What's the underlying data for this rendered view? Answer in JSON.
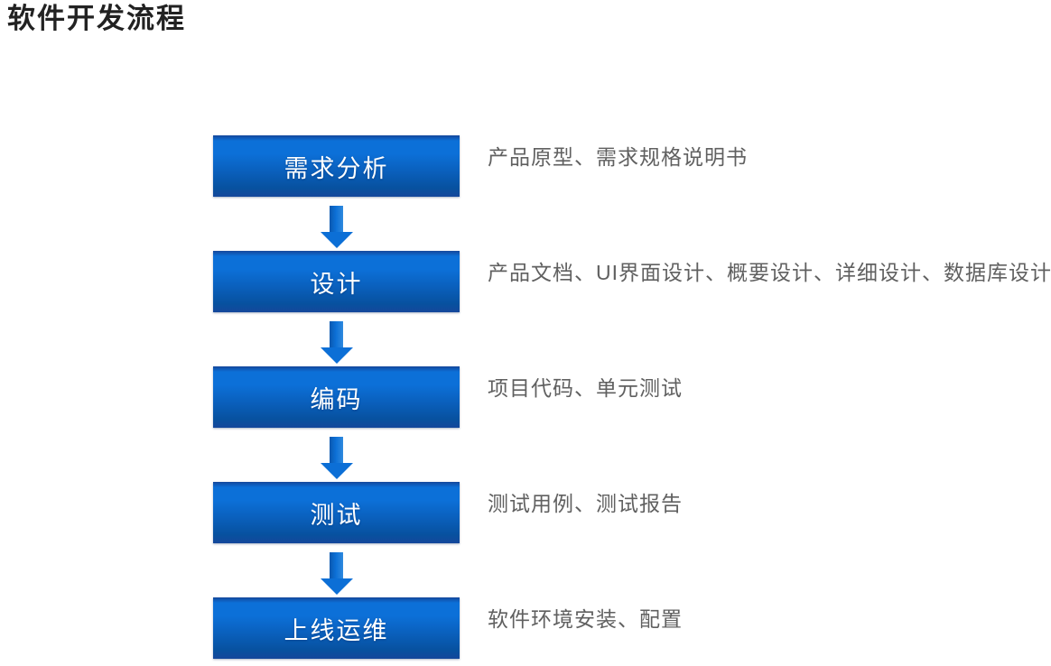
{
  "page": {
    "title": "软件开发流程"
  },
  "flow": {
    "stages": [
      {
        "label": "需求分析",
        "description": "产品原型、需求规格说明书"
      },
      {
        "label": "设计",
        "description": "产品文档、UI界面设计、概要设计、详细设计、数据库设计"
      },
      {
        "label": "编码",
        "description": "项目代码、单元测试"
      },
      {
        "label": "测试",
        "description": "测试用例、测试报告"
      },
      {
        "label": "上线运维",
        "description": "软件环境安装、配置"
      }
    ]
  },
  "colors": {
    "title_color": "#222222",
    "desc_color": "#606060",
    "label_color": "#ffffff",
    "box_highlight": "#0c70d8",
    "box_deep": "#07519f",
    "arrow_main": "#0c6fd6"
  }
}
